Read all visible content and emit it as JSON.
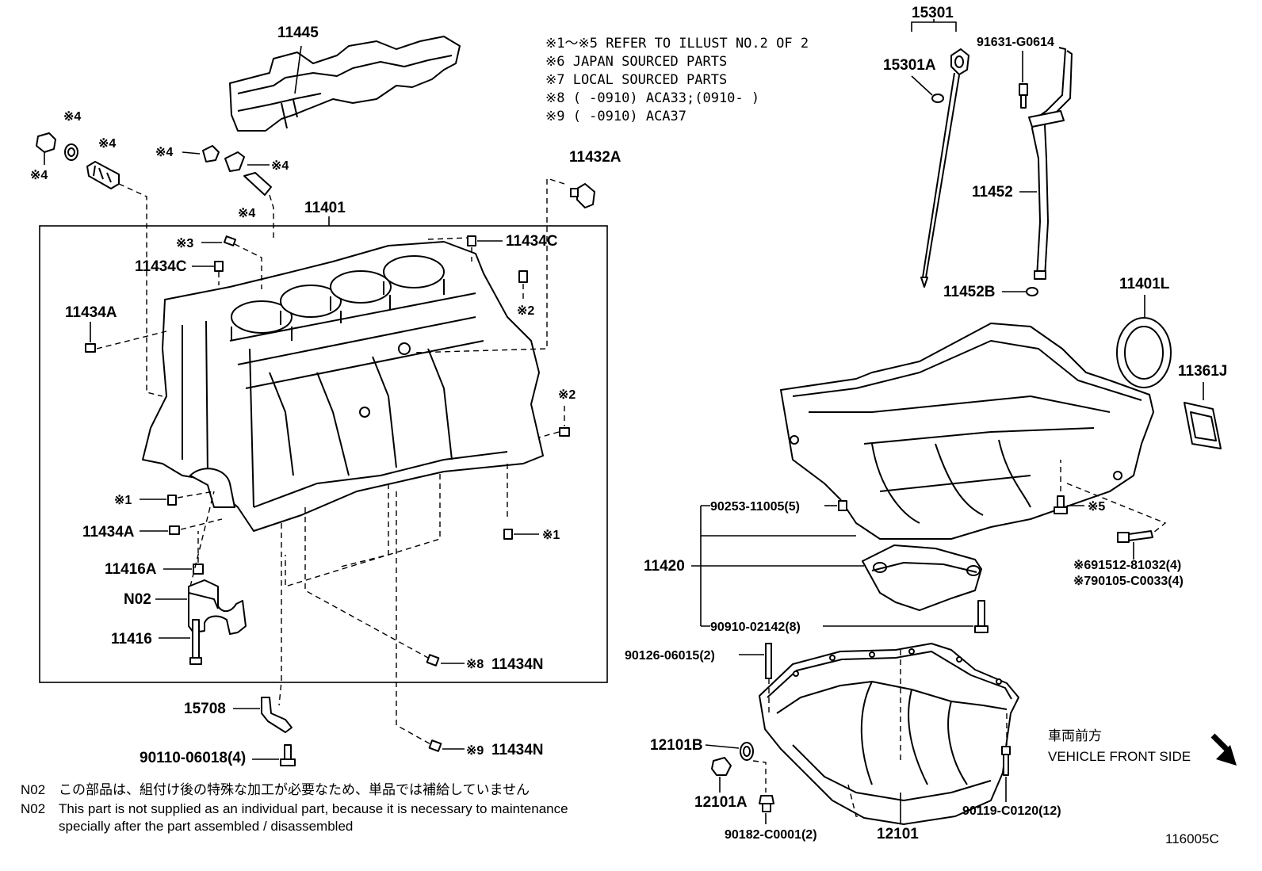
{
  "notes": [
    "※1～※5 REFER TO ILLUST NO.2 OF 2",
    "※6 JAPAN SOURCED PARTS",
    "※7 LOCAL SOURCED PARTS",
    "※8 (      -0910) ACA33;(0910-      )",
    "※9 (      -0910) ACA37"
  ],
  "labels": {
    "p11445": "11445",
    "p11401": "11401",
    "p11432A": "11432A",
    "p11434C_right": "11434C",
    "p11434C_left": "11434C",
    "p11434A_top": "11434A",
    "p11434A_bottom": "11434A",
    "p11416A": "11416A",
    "pN02": "N02",
    "p11416": "11416",
    "p11434N_8": "11434N",
    "p11434N_9": "11434N",
    "p15708": "15708",
    "p90110": "90110-06018(4)",
    "p15301": "15301",
    "p15301A": "15301A",
    "p91631": "91631-G0614",
    "p11452": "11452",
    "p11452B": "11452B",
    "p11401L": "11401L",
    "p11361J": "11361J",
    "p90253": "90253-11005(5)",
    "p11420": "11420",
    "p90910": "90910-02142(8)",
    "p91512": "※691512-81032(4)",
    "p90105": "※790105-C0033(4)",
    "p90126": "90126-06015(2)",
    "p12101B": "12101B",
    "p12101A": "12101A",
    "p90182": "90182-C0001(2)",
    "p12101": "12101",
    "p90119": "90119-C0120(12)"
  },
  "marks": {
    "m4a": "※4",
    "m4b": "※4",
    "m4c": "※4",
    "m4d": "※4",
    "m4e": "※4",
    "m4f": "※4",
    "m3": "※3",
    "m2a": "※2",
    "m2b": "※2",
    "m1a": "※1",
    "m1b": "※1",
    "m8": "※8",
    "m9": "※9",
    "m5": "※5"
  },
  "direction": {
    "jp": "車両前方",
    "en": "VEHICLE FRONT SIDE"
  },
  "footnote": {
    "jp_code": "N02",
    "jp_text": "この部品は、組付け後の特殊な加工が必要なため、単品では補給していません",
    "en_code": "N02",
    "en_line1": "This part is not supplied as an individual part, because it is necessary to maintenance",
    "en_line2": "specially after the part assembled / disassembled"
  },
  "illustration_id": "116005C"
}
